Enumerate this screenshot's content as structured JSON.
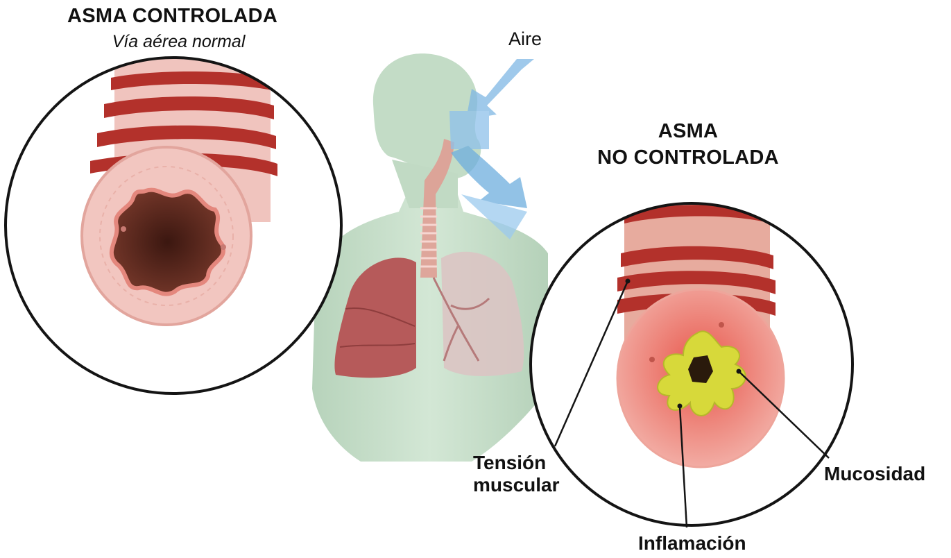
{
  "left_panel": {
    "title": "ASMA CONTROLADA",
    "subtitle": "Vía aérea normal"
  },
  "center": {
    "air_label": "Aire"
  },
  "right_panel": {
    "title_line1": "ASMA",
    "title_line2": "NO CONTROLADA",
    "callouts": {
      "muscle_line1": "Tensión",
      "muscle_line2": "muscular",
      "mucus": "Mucosidad",
      "inflammation": "Inflamación"
    }
  },
  "colors": {
    "skin": "#c9e0cc",
    "lung_left": "#b65a5a",
    "lung_right": "#dcc3c3",
    "airway_pink": "#f2c6c0",
    "muscle_band": "#b3312b",
    "inflamed_red": "#e8665a",
    "mucus_yellow": "#d7d93a",
    "air_blue": "#7fb7e4"
  }
}
